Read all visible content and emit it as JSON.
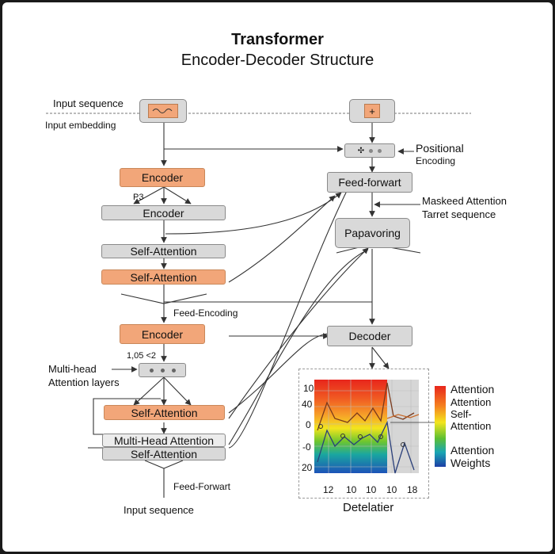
{
  "title": "Transformer",
  "subtitle": "Encoder-Decoder Structure",
  "input_labels": {
    "input_sequence_top": "Input sequence",
    "input_embedding": "Input embedding",
    "input_sequence_bottom": "Input sequence"
  },
  "encoder": {
    "encoder_1": "Encoder",
    "p3": "P3",
    "encoder_2": "Encoder",
    "self_attention_1": "Self-Attention",
    "self_attention_2": "Self-Attention",
    "feed_encoding": "Feed-Encoding",
    "encoder_3": "Encoder",
    "ratio": "1,05 <2",
    "multi_head_label_1": "Multi-head",
    "multi_head_label_2": "Attention layers",
    "self_attention_3": "Self-Attention",
    "multi_head_attention": "Multi-Head Attention",
    "self_attention_4": "Self-Attention",
    "feed_forwart": "Feed-Forwart"
  },
  "decoder": {
    "positional_1": "Positional",
    "positional_2": "Encoding",
    "feed_forwart": "Feed-forwart",
    "masked_1": "Maskeed Attention",
    "masked_2": "Tarret sequence",
    "papavoring": "Papavoring",
    "decoder": "Decoder"
  },
  "heatmap": {
    "y_ticks": [
      "10",
      "40",
      "0",
      "-0",
      "20"
    ],
    "x_ticks": [
      "12",
      "10",
      "10",
      "10",
      "18"
    ],
    "caption": "Detelatier"
  },
  "legend": {
    "line1": "Attention",
    "line2": "Attention",
    "line3": "Self-",
    "line4": "Attention",
    "line5": "Attention",
    "line6": "Weights"
  },
  "colors": {
    "orange_box": "#f2a679",
    "gray_box": "#d9d9d9",
    "line": "#333333"
  }
}
